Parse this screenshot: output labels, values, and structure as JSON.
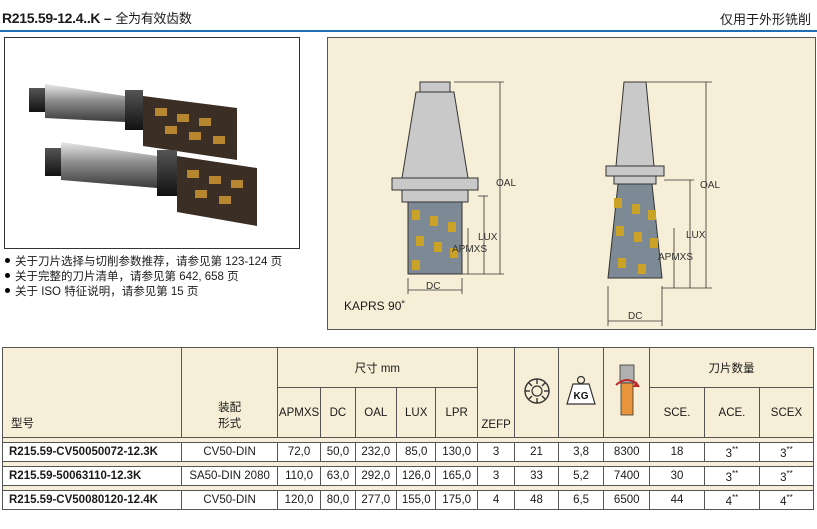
{
  "header": {
    "model_code": "R215.59-12.4..K –",
    "subtitle": "全为有效齿数",
    "right_note": "仅用于外形铣削"
  },
  "notes": [
    "关于刀片选择与切削参数推荐，请参见第 123-124 页",
    "关于完整的刀片清单，请参见第 642, 658 页",
    "关于 ISO 特征说明，请参见第 15 页"
  ],
  "drawing": {
    "kaprs": "KAPRS 90˚",
    "dims": {
      "oal": "OAL",
      "lux": "LUX",
      "apmxs": "APMXS",
      "dc": "DC"
    }
  },
  "table": {
    "headers": {
      "model": "型号",
      "mount_line1": "装配",
      "mount_line2": "形式",
      "dims_group": "尺寸 mm",
      "apmxs": "APMXS",
      "dc": "DC",
      "oal": "OAL",
      "lux": "LUX",
      "lpr": "LPR",
      "zefp": "ZEFP",
      "kg": "KG",
      "insert_group": "刀片数量",
      "sce": "SCE.",
      "ace": "ACE.",
      "scex": "SCEX"
    },
    "rows": [
      {
        "model": "R215.59-CV50050072-12.3K",
        "mount": "CV50-DIN",
        "apmxs": "72,0",
        "dc": "50,0",
        "oal": "232,0",
        "lux": "85,0",
        "lpr": "130,0",
        "zefp": "3",
        "key": "21",
        "kg": "3,8",
        "rpm": "8300",
        "sce": "18",
        "ace": "3",
        "ace_sup": "**",
        "scex": "3",
        "scex_sup": "**"
      },
      {
        "model": "R215.59-50063110-12.3K",
        "mount": "SA50-DIN 2080",
        "apmxs": "110,0",
        "dc": "63,0",
        "oal": "292,0",
        "lux": "126,0",
        "lpr": "165,0",
        "zefp": "3",
        "key": "33",
        "kg": "5,2",
        "rpm": "7400",
        "sce": "30",
        "ace": "3",
        "ace_sup": "**",
        "scex": "3",
        "scex_sup": "**"
      },
      {
        "model": "R215.59-CV50080120-12.4K",
        "mount": "CV50-DIN",
        "apmxs": "120,0",
        "dc": "80,0",
        "oal": "277,0",
        "lux": "155,0",
        "lpr": "175,0",
        "zefp": "4",
        "key": "48",
        "kg": "6,5",
        "rpm": "6500",
        "sce": "44",
        "ace": "4",
        "ace_sup": "**",
        "scex": "4",
        "scex_sup": "**"
      }
    ]
  }
}
